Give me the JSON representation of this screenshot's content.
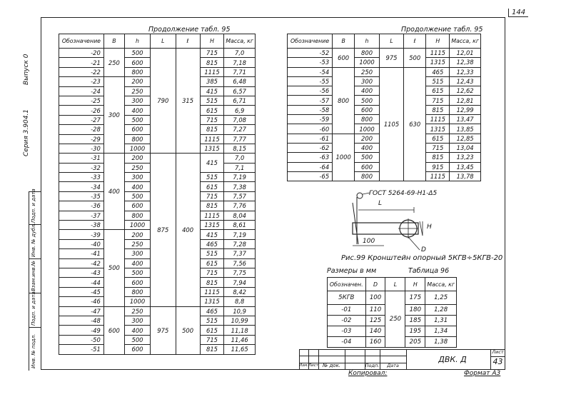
{
  "page_number_top": "144",
  "page_number_corner": "43",
  "sidebar": {
    "series": "Серия 3.904.1",
    "issue": "Выпуск 0",
    "labels": [
      "Инв. № подл.",
      "Подп. и дата",
      "Взам.инв.№",
      "Инв. № дубл.",
      "Подп. и дата"
    ]
  },
  "left_table": {
    "caption": "Продолжение табл. 95",
    "headers": [
      "Обозначение",
      "B",
      "h",
      "L",
      "ℓ",
      "H",
      "Масса, кг"
    ],
    "rows": [
      [
        "-20",
        "",
        "500",
        "",
        "",
        "715",
        "7,0"
      ],
      [
        "-21",
        "",
        "600",
        "",
        "",
        "815",
        "7,18"
      ],
      [
        "-22",
        "",
        "800",
        "",
        "",
        "1115",
        "7,71"
      ],
      [
        "-23",
        "",
        "200",
        "",
        "",
        "385",
        "6,48"
      ],
      [
        "-24",
        "",
        "250",
        "",
        "",
        "415",
        "6,57"
      ],
      [
        "-25",
        "",
        "300",
        "",
        "",
        "515",
        "6,71"
      ],
      [
        "-26",
        "",
        "400",
        "",
        "",
        "615",
        "6,9"
      ],
      [
        "-27",
        "",
        "500",
        "",
        "",
        "715",
        "7,08"
      ],
      [
        "-28",
        "",
        "600",
        "",
        "",
        "815",
        "7,27"
      ],
      [
        "-29",
        "",
        "800",
        "",
        "",
        "1115",
        "7,77"
      ],
      [
        "-30",
        "",
        "1000",
        "",
        "",
        "1315",
        "8,15"
      ],
      [
        "-31",
        "",
        "200",
        "",
        "",
        "",
        "7,0"
      ],
      [
        "-32",
        "",
        "250",
        "",
        "",
        "",
        "7,1"
      ],
      [
        "-33",
        "",
        "300",
        "",
        "",
        "515",
        "7,19"
      ],
      [
        "-34",
        "",
        "400",
        "",
        "",
        "615",
        "7,38"
      ],
      [
        "-35",
        "",
        "500",
        "",
        "",
        "715",
        "7,57"
      ],
      [
        "-36",
        "",
        "600",
        "",
        "",
        "815",
        "7,76"
      ],
      [
        "-37",
        "",
        "800",
        "",
        "",
        "1115",
        "8,04"
      ],
      [
        "-38",
        "",
        "1000",
        "",
        "",
        "1315",
        "8,61"
      ],
      [
        "-39",
        "",
        "200",
        "",
        "",
        "415",
        "7,19"
      ],
      [
        "-40",
        "",
        "250",
        "",
        "",
        "465",
        "7,28"
      ],
      [
        "-41",
        "",
        "300",
        "",
        "",
        "515",
        "7,37"
      ],
      [
        "-42",
        "",
        "400",
        "",
        "",
        "615",
        "7,56"
      ],
      [
        "-43",
        "",
        "500",
        "",
        "",
        "715",
        "7,75"
      ],
      [
        "-44",
        "",
        "600",
        "",
        "",
        "815",
        "7,94"
      ],
      [
        "-45",
        "",
        "800",
        "",
        "",
        "1115",
        "8,42"
      ],
      [
        "-46",
        "",
        "1000",
        "",
        "",
        "1315",
        "8,8"
      ],
      [
        "-47",
        "",
        "250",
        "",
        "",
        "465",
        "10,9"
      ],
      [
        "-48",
        "",
        "300",
        "",
        "",
        "515",
        "10,99"
      ],
      [
        "-49",
        "",
        "400",
        "",
        "",
        "615",
        "11,18"
      ],
      [
        "-50",
        "",
        "500",
        "",
        "",
        "715",
        "11,46"
      ],
      [
        "-51",
        "",
        "600",
        "",
        "",
        "815",
        "11,65"
      ]
    ],
    "merged": {
      "b_250": "250",
      "b_300": "300",
      "b_400": "400",
      "b_500": "500",
      "b_600": "600",
      "l_790": "790",
      "l_875": "875",
      "l_975": "975",
      "e_315": "315",
      "e_400": "400",
      "e_500": "500",
      "h_415": "415"
    }
  },
  "right_table": {
    "caption": "Продолжение табл. 95",
    "headers": [
      "Обозначение",
      "B",
      "h",
      "L",
      "ℓ",
      "H",
      "Масса, кг"
    ],
    "rows": [
      [
        "-52",
        "",
        "800",
        "",
        "",
        "1115",
        "12,01"
      ],
      [
        "-53",
        "",
        "1000",
        "",
        "",
        "1315",
        "12,38"
      ],
      [
        "-54",
        "",
        "250",
        "",
        "",
        "465",
        "12,33"
      ],
      [
        "-55",
        "",
        "300",
        "",
        "",
        "515",
        "12,43"
      ],
      [
        "-56",
        "",
        "400",
        "",
        "",
        "615",
        "12,62"
      ],
      [
        "-57",
        "",
        "500",
        "",
        "",
        "715",
        "12,81"
      ],
      [
        "-58",
        "",
        "600",
        "",
        "",
        "815",
        "12,99"
      ],
      [
        "-59",
        "",
        "800",
        "",
        "",
        "1115",
        "13,47"
      ],
      [
        "-60",
        "",
        "1000",
        "",
        "",
        "1315",
        "13,85"
      ],
      [
        "-61",
        "",
        "200",
        "",
        "",
        "615",
        "12,85"
      ],
      [
        "-62",
        "",
        "400",
        "",
        "",
        "715",
        "13,04"
      ],
      [
        "-63",
        "",
        "500",
        "",
        "",
        "815",
        "13,23"
      ],
      [
        "-64",
        "",
        "600",
        "",
        "",
        "915",
        "13,45"
      ],
      [
        "-65",
        "",
        "800",
        "",
        "",
        "1115",
        "13,78"
      ]
    ],
    "merged": {
      "b_600": "600",
      "b_800": "800",
      "b_1000": "1000",
      "l_975": "975",
      "l_1105": "1105",
      "e_500": "500",
      "e_630": "630"
    }
  },
  "figure": {
    "gost": "ГОСТ 5264-69-Н1-Δ5",
    "dim_L": "L",
    "dim_100": "100",
    "dim_H": "H",
    "dim_D": "D",
    "caption": "Рис.99 Кронштейн опорный 5КГВ÷5КГВ-20"
  },
  "small_table": {
    "units": "Размеры в мм",
    "caption": "Таблица 96",
    "headers": [
      "Обозначен.",
      "D",
      "L",
      "H",
      "Масса, кг"
    ],
    "rows": [
      [
        "5КГВ",
        "100",
        "",
        "175",
        "1,25"
      ],
      [
        "-01",
        "110",
        "",
        "180",
        "1,28"
      ],
      [
        "-02",
        "125",
        "",
        "185",
        "1,31"
      ],
      [
        "-03",
        "140",
        "250",
        "195",
        "1,34"
      ],
      [
        "-04",
        "160",
        "",
        "205",
        "1,38"
      ]
    ]
  },
  "stamp": {
    "labels": [
      "Изм.",
      "Лист",
      "№ док.",
      "Подп.",
      "Дата"
    ],
    "doc_code": "ДВК. Д",
    "sheet_label": "Лист",
    "copied": "Копировал:",
    "format": "Формат А3"
  }
}
